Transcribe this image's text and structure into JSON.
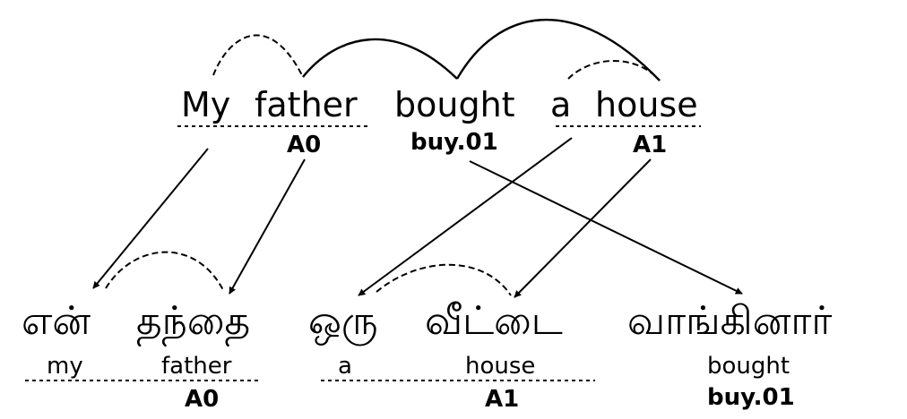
{
  "english": {
    "words": [
      "My",
      "father",
      "bought",
      "a",
      "house"
    ],
    "labels": {
      "arg0": "A0",
      "predicate": "buy.01",
      "arg1": "A1"
    }
  },
  "tamil": {
    "words": [
      "என்",
      "தந்தை",
      "ஒரு",
      "வீட்டை",
      "வாங்கினார்"
    ],
    "glosses": [
      "my",
      "father",
      "a",
      "house",
      "bought"
    ],
    "labels": {
      "arg0": "A0",
      "arg1": "A1",
      "predicate": "buy.01"
    }
  }
}
